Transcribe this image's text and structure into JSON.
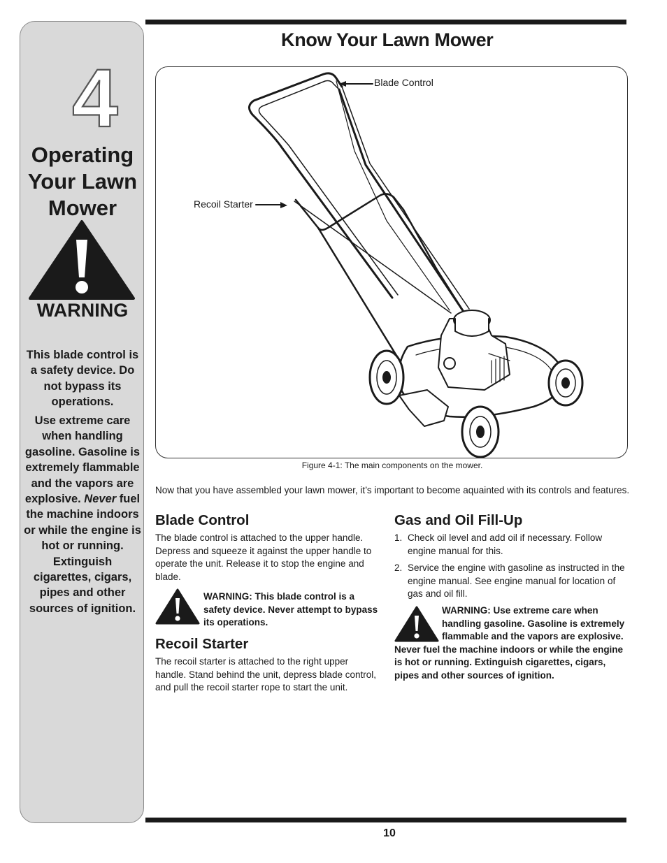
{
  "sidebar": {
    "chapter_number": "4",
    "chapter_title_lines": [
      "Operating",
      "Your Lawn",
      "Mower"
    ],
    "warning_label": "WARNING",
    "warning_p1": "This blade control is a safety device. Do not bypass its operations.",
    "warning_p2_before": "Use extreme care when handling gasoline. Gasoline is extremely flammable and the vapors are explosive. ",
    "warning_p2_emph": "Never",
    "warning_p2_after": " fuel the machine indoors or while the engine is hot or running. Extinguish cigarettes, cigars, pipes and other sources of ignition."
  },
  "main": {
    "section_title": "Know Your Lawn Mower",
    "figure": {
      "callout_blade": "Blade Control",
      "callout_recoil": "Recoil Starter",
      "caption": "Figure 4-1: The main components on the mower."
    },
    "intro": "Now that you have assembled your lawn mower, it’s important to become aquainted with its controls and features.",
    "blade_control": {
      "heading": "Blade Control",
      "body": "The blade control is attached to the upper handle. Depress and squeeze it against the upper handle to operate the unit. Release it to stop the engine and blade.",
      "warning": "WARNING: This blade control is a safety device. Never attempt to bypass its operations."
    },
    "recoil_starter": {
      "heading": "Recoil Starter",
      "body": "The recoil starter is attached to the right upper handle. Stand behind the unit, depress blade control, and pull the recoil starter rope to start the unit."
    },
    "gas_oil": {
      "heading": "Gas and Oil Fill-Up",
      "items": [
        {
          "num": "1.",
          "text": "Check oil level and add oil if necessary. Follow engine manual for this."
        },
        {
          "num": "2.",
          "text": "Service the engine with gasoline as instructed in the engine manual. See engine manual for location of gas and oil fill."
        }
      ],
      "warning": "WARNING: Use extreme care when handling gasoline. Gasoline is extremely flammable and the vapors are explosive. Never fuel the machine indoors or while the engine is hot or running. Extinguish cigarettes, cigars, pipes and other sources of ignition."
    }
  },
  "footer": {
    "page_number": "10"
  },
  "colors": {
    "sidebar_bg": "#d9d9d9",
    "text": "#1a1a1a",
    "rule": "#1a1a1a"
  },
  "icons": [
    "warning-triangle-icon",
    "lawn-mower-illustration"
  ]
}
